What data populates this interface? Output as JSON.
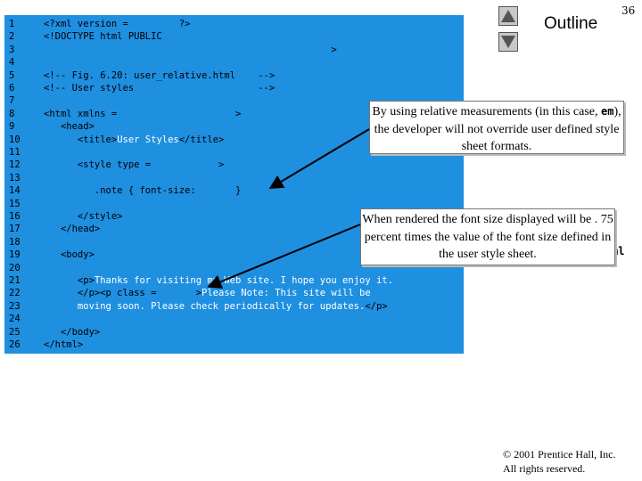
{
  "slide": {
    "number": "36",
    "outline_label": "Outline",
    "nav": {
      "up_icon": "triangle-up-icon",
      "down_icon": "triangle-down-icon"
    }
  },
  "code": {
    "lines": [
      {
        "n": "1",
        "parts": [
          [
            "k",
            "<?xml version = "
          ],
          [
            "k",
            "        ?>"
          ]
        ]
      },
      {
        "n": "2",
        "parts": [
          [
            "k",
            "<!DOCTYPE html PUBLIC"
          ]
        ]
      },
      {
        "n": "3",
        "parts": [
          [
            "k",
            "                                                   >"
          ]
        ]
      },
      {
        "n": "4",
        "parts": []
      },
      {
        "n": "5",
        "parts": [
          [
            "k",
            "<!-- Fig. 6.20: user_relative.html    -->"
          ]
        ]
      },
      {
        "n": "6",
        "parts": [
          [
            "k",
            "<!-- User styles                      -->"
          ]
        ]
      },
      {
        "n": "7",
        "parts": []
      },
      {
        "n": "8",
        "parts": [
          [
            "k",
            "<html xmlns = "
          ],
          [
            "k",
            "                    >"
          ]
        ]
      },
      {
        "n": "9",
        "parts": [
          [
            "k",
            "   <head>"
          ]
        ]
      },
      {
        "n": "10",
        "parts": [
          [
            "k",
            "      <title>"
          ],
          [
            "w",
            "User Styles"
          ],
          [
            "k",
            "</title>"
          ]
        ]
      },
      {
        "n": "11",
        "parts": []
      },
      {
        "n": "12",
        "parts": [
          [
            "k",
            "      <style type = "
          ],
          [
            "k",
            "           >"
          ]
        ]
      },
      {
        "n": "13",
        "parts": []
      },
      {
        "n": "14",
        "parts": [
          [
            "k",
            "         .note { font-size: "
          ],
          [
            "k",
            "      }"
          ]
        ]
      },
      {
        "n": "15",
        "parts": []
      },
      {
        "n": "16",
        "parts": [
          [
            "k",
            "      </style>"
          ]
        ]
      },
      {
        "n": "17",
        "parts": [
          [
            "k",
            "   </head>"
          ]
        ]
      },
      {
        "n": "18",
        "parts": []
      },
      {
        "n": "19",
        "parts": [
          [
            "k",
            "   <body>"
          ]
        ]
      },
      {
        "n": "20",
        "parts": []
      },
      {
        "n": "21",
        "parts": [
          [
            "k",
            "      <p>"
          ],
          [
            "w",
            "Thanks for visiting my Web site. I hope you enjoy it."
          ]
        ]
      },
      {
        "n": "22",
        "parts": [
          [
            "k",
            "      </p><p class = "
          ],
          [
            "k",
            "      >"
          ],
          [
            "w",
            "Please Note: This site will be"
          ]
        ]
      },
      {
        "n": "23",
        "parts": [
          [
            "w",
            "      moving soon. Please check periodically for updates."
          ],
          [
            "k",
            "</p>"
          ]
        ]
      },
      {
        "n": "24",
        "parts": []
      },
      {
        "n": "25",
        "parts": [
          [
            "k",
            "   </body>"
          ]
        ]
      },
      {
        "n": "26",
        "parts": [
          [
            "k",
            "</html>"
          ]
        ]
      }
    ]
  },
  "callouts": {
    "relative": {
      "before": "By using relative measurements (in this case, ",
      "em": "em",
      "after": "), the developer will not override user defined style sheet formats."
    },
    "rendered": "When rendered the font size displayed will be . 75 percent times the value of the font size defined in the  user style sheet."
  },
  "peek_text": "ml",
  "copyright": {
    "line1": "© 2001 Prentice Hall, Inc.",
    "line2": "All rights reserved."
  }
}
